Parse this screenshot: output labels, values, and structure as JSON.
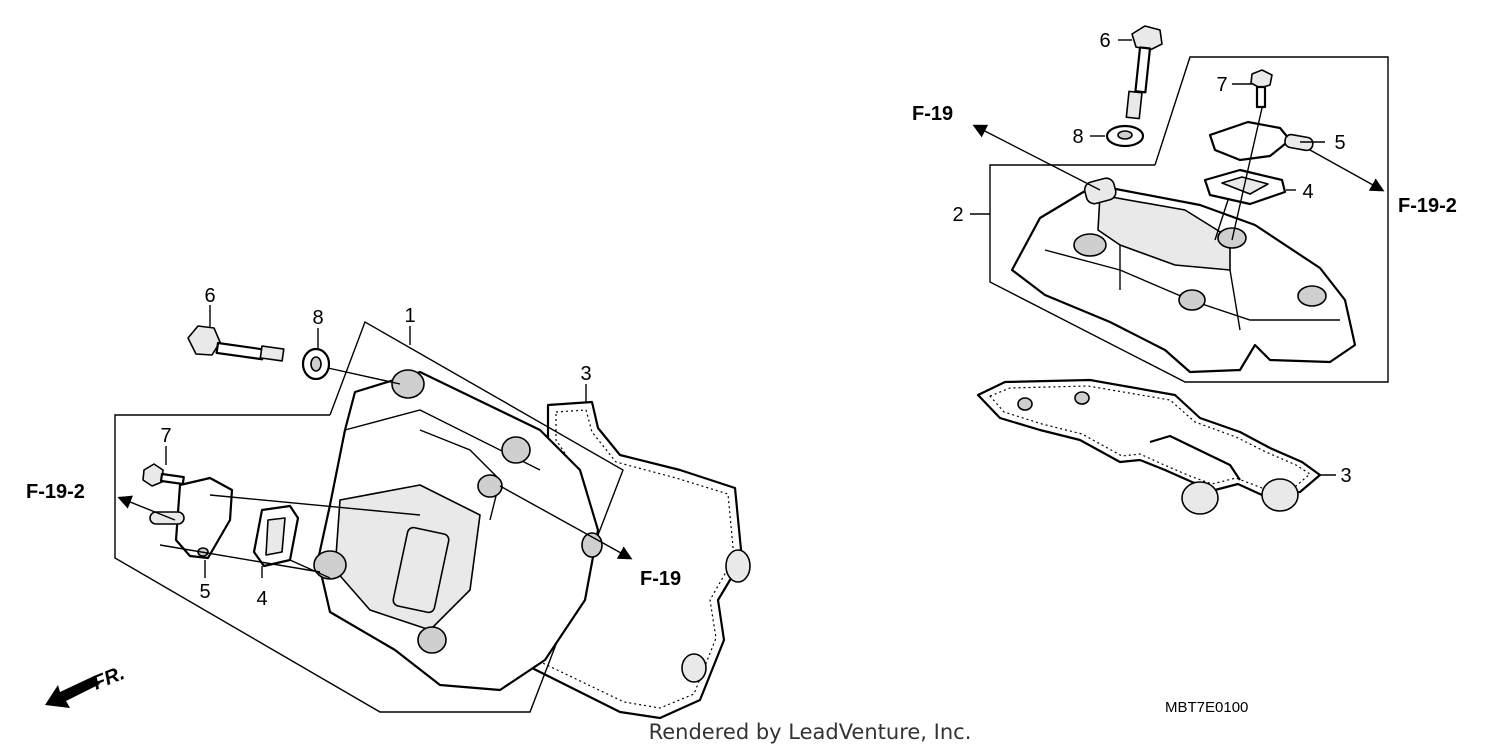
{
  "labels": {
    "left_cover": "1",
    "right_cover": "2",
    "gasket": "3",
    "packing": "4",
    "breather": "5",
    "bolt": "6",
    "small_bolt": "7",
    "washer": "8"
  },
  "references": {
    "f19": "F-19",
    "f19_2": "F-19-2"
  },
  "direction": "FR.",
  "diagram_code": "MBT7E0100",
  "footer": "Rendered by LeadVenture, Inc."
}
